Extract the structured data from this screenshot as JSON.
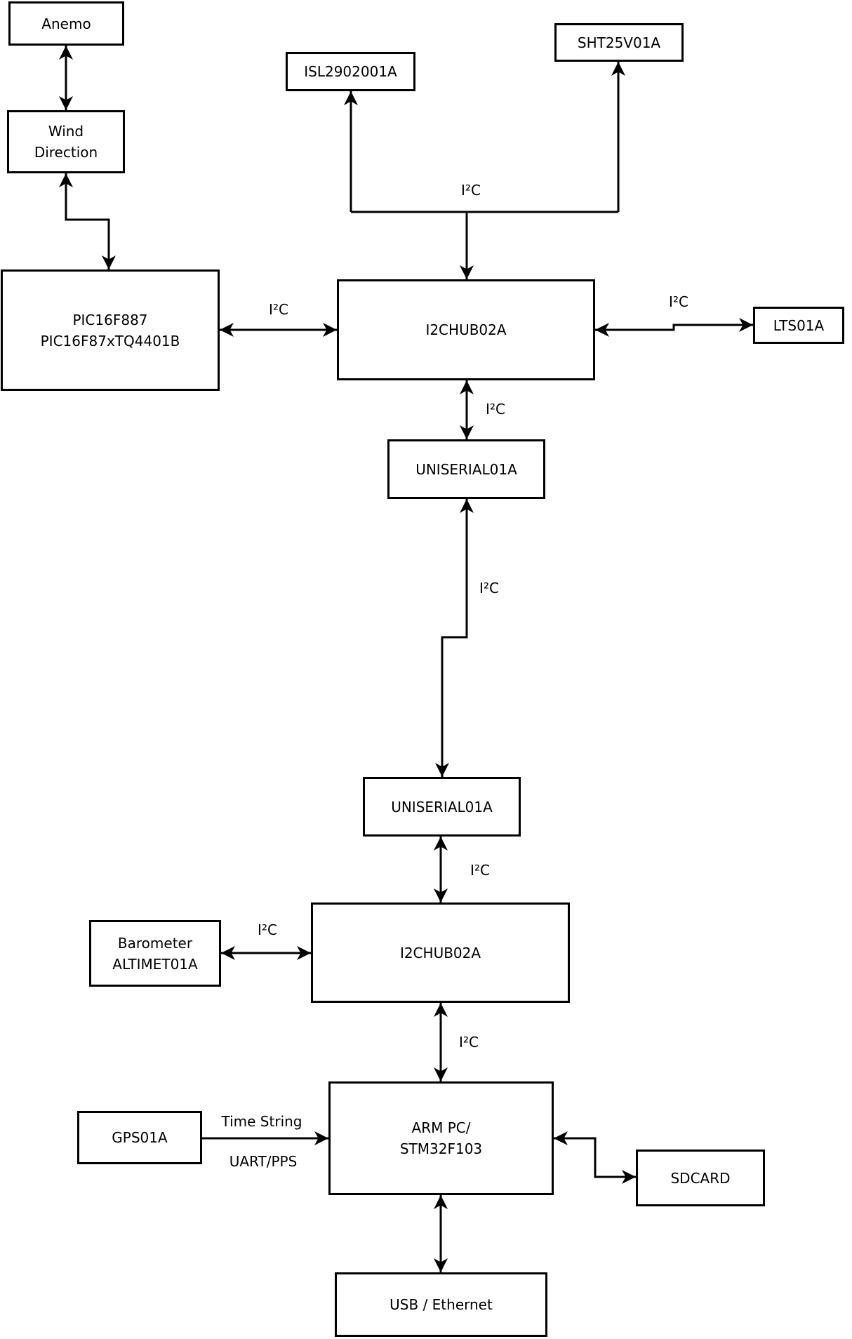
{
  "diagram_type": "hardware-block-diagram",
  "colors": {
    "background": "#ffffff",
    "line": "#000000",
    "box_border": "#000000",
    "text": "#000000"
  },
  "nodes": {
    "anemo": {
      "label": "Anemo"
    },
    "wind_direction": {
      "line1": "Wind",
      "line2": "Direction"
    },
    "pic": {
      "line1": "PIC16F887",
      "line2": "PIC16F87xTQ4401B"
    },
    "isl": {
      "label": "ISL2902001A"
    },
    "sht": {
      "label": "SHT25V01A"
    },
    "i2chub_top": {
      "label": "I2CHUB02A"
    },
    "lts": {
      "label": "LTS01A"
    },
    "uniserial_top": {
      "label": "UNISERIAL01A"
    },
    "uniserial_bottom": {
      "label": "UNISERIAL01A"
    },
    "i2chub_bottom": {
      "label": "I2CHUB02A"
    },
    "barometer": {
      "line1": "Barometer",
      "line2": "ALTIMET01A"
    },
    "gps": {
      "label": "GPS01A"
    },
    "arm_pc": {
      "line1": "ARM PC/",
      "line2": "STM32F103"
    },
    "sdcard": {
      "label": "SDCARD"
    },
    "usb_ethernet": {
      "label": "USB / Ethernet"
    }
  },
  "edge_labels": {
    "isl_sht_bus": "I²C",
    "pic_hub1": "I²C",
    "hub1_lts": "I²C",
    "hub1_uniserial1": "I²C",
    "uniserial1_uniserial2": "I²C",
    "uniserial2_hub2": "I²C",
    "barometer_hub2": "I²C",
    "hub2_arm": "I²C",
    "gps_arm_top": "Time String",
    "gps_arm_bottom": "UART/PPS"
  }
}
